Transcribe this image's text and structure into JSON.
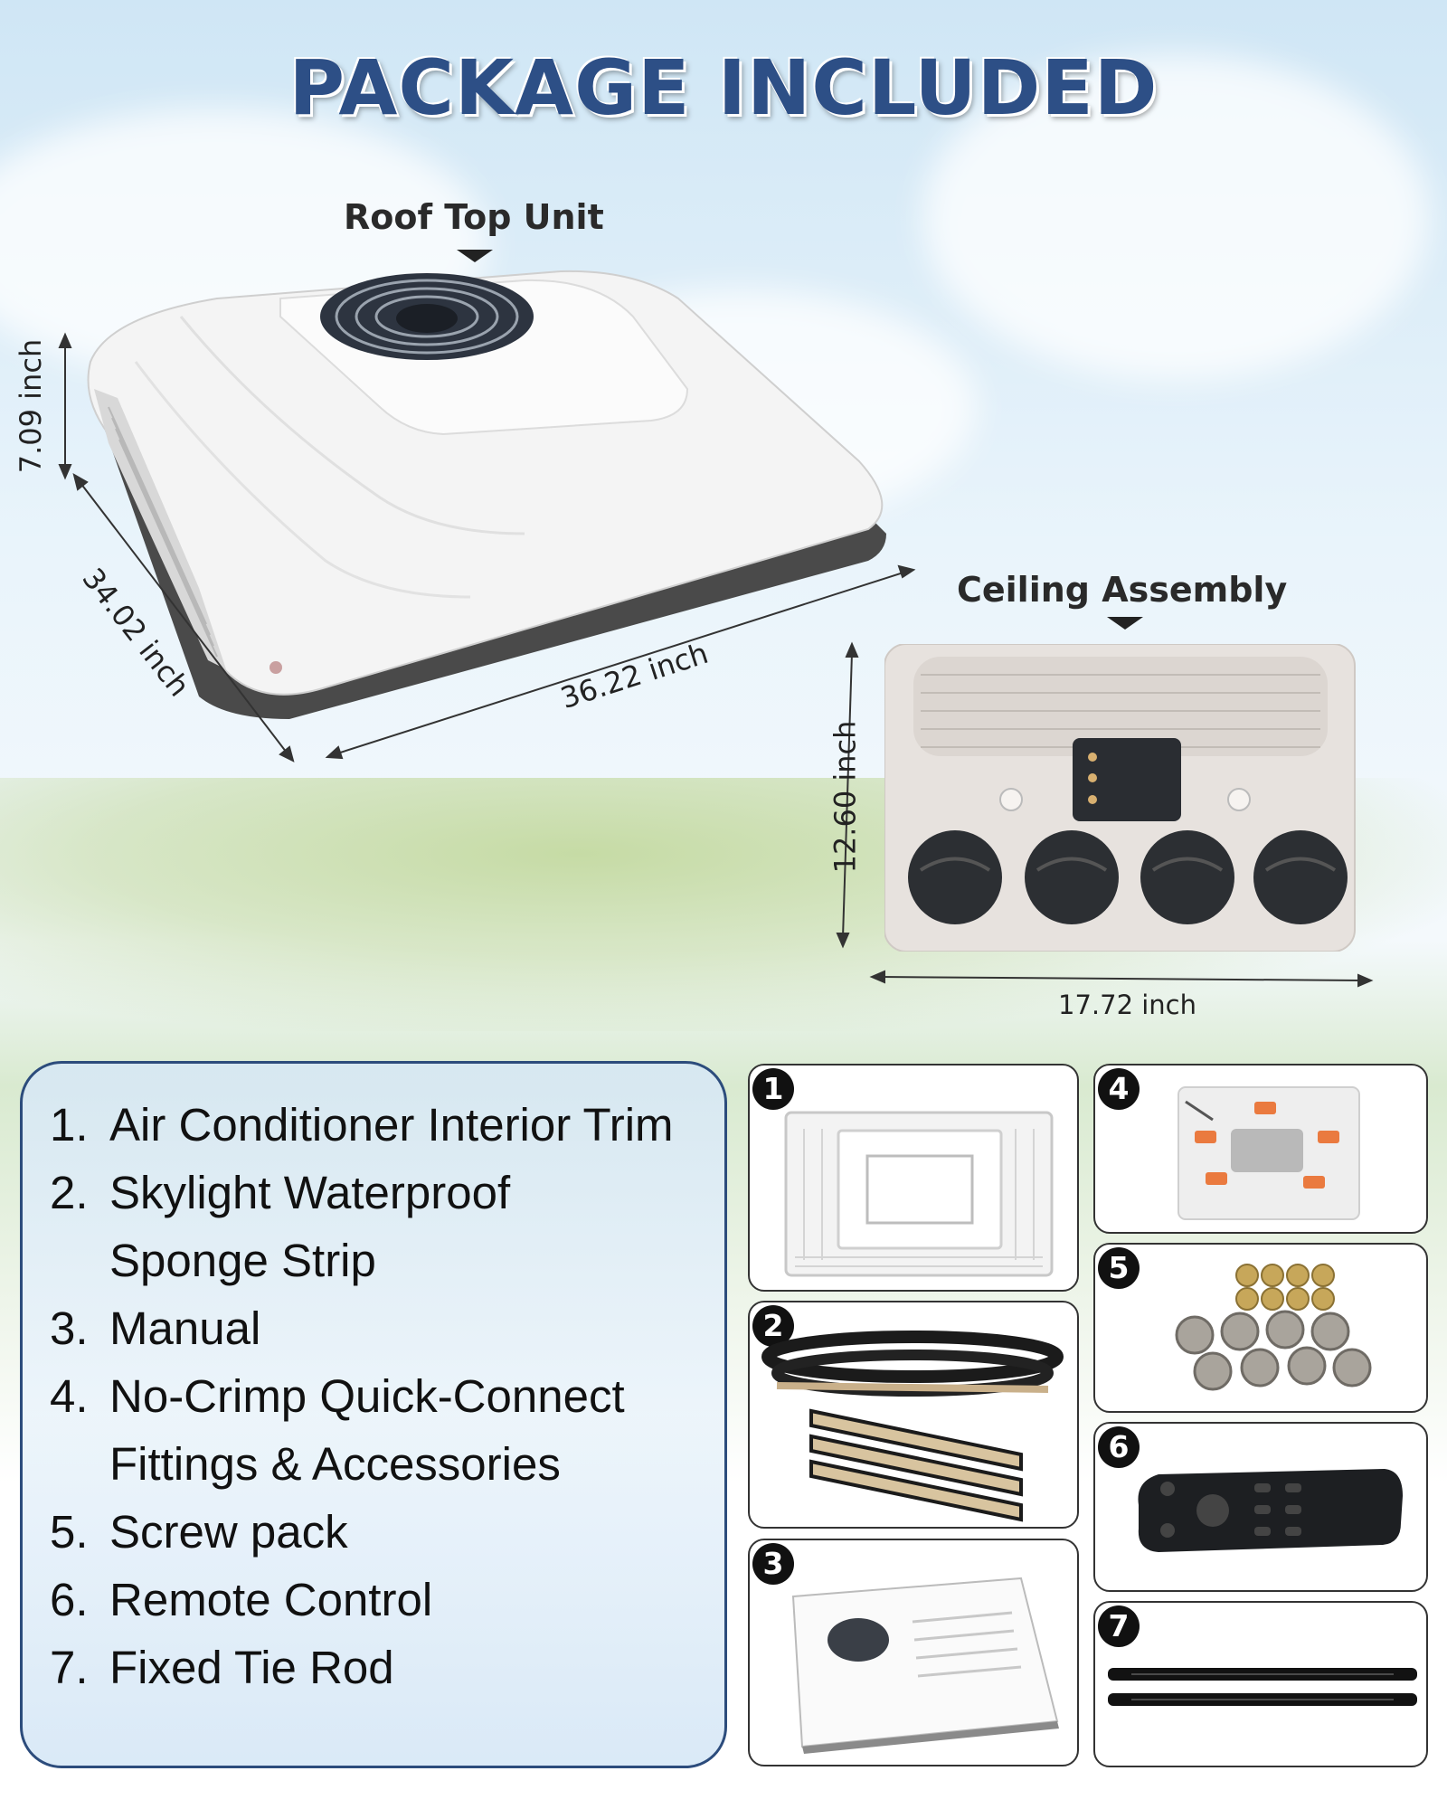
{
  "title": "PACKAGE INCLUDED",
  "roof_unit": {
    "label": "Roof Top Unit",
    "height": "7.09 inch",
    "depth": "34.02 inch",
    "width": "36.22 inch"
  },
  "ceiling_assembly": {
    "label": "Ceiling Assembly",
    "height": "12.60 inch",
    "width": "17.72 inch"
  },
  "contents": [
    {
      "num": "1.",
      "text": "Air Conditioner Interior Trim"
    },
    {
      "num": "2.",
      "text": "Skylight Waterproof Sponge Strip"
    },
    {
      "num": "3.",
      "text": "Manual"
    },
    {
      "num": "4.",
      "text": "No-Crimp Quick-Connect Fittings & Accessories"
    },
    {
      "num": "5.",
      "text": "Screw pack"
    },
    {
      "num": "6.",
      "text": "Remote Control"
    },
    {
      "num": "7.",
      "text": "Fixed Tie Rod"
    }
  ],
  "cards": [
    {
      "badge": "1"
    },
    {
      "badge": "2"
    },
    {
      "badge": "3"
    },
    {
      "badge": "4"
    },
    {
      "badge": "5"
    },
    {
      "badge": "6"
    },
    {
      "badge": "7"
    }
  ],
  "colors": {
    "title": "#2d4f86",
    "panel_border": "#2c4c7c",
    "panel_fill": "#d6e7f6"
  },
  "icons": [
    "down-arrow-icon",
    "dimension-arrow-icon",
    "fan-icon",
    "vent-icon",
    "remote-icon"
  ]
}
